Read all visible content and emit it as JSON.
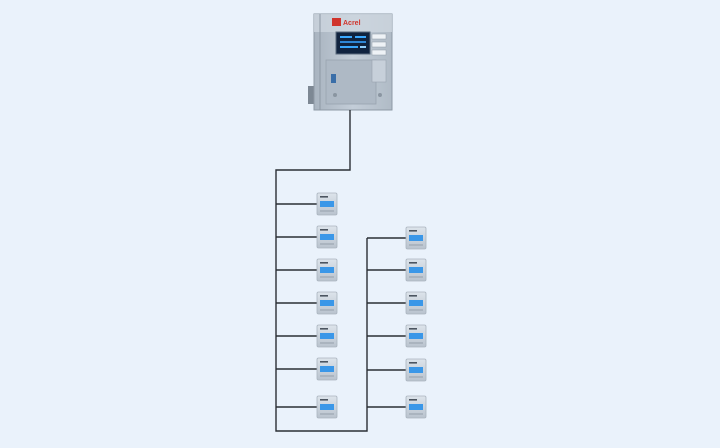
{
  "diagram": {
    "host_device": {
      "brand_text": "Acrel",
      "colors": {
        "body": "#b9c4cf",
        "body_shade": "#9ea9b5",
        "screen": "#10233f",
        "screen_text": "#3aa8ff",
        "brand": "#d0342c"
      }
    },
    "wiring_color": "#2b2f35",
    "meters": {
      "left_branch_count": 7,
      "right_branch_count": 6,
      "colors": {
        "body": "#c9d2dc",
        "body_shade": "#aab4bf",
        "screen": "#3a97e8",
        "label": "#4c5560"
      }
    }
  }
}
